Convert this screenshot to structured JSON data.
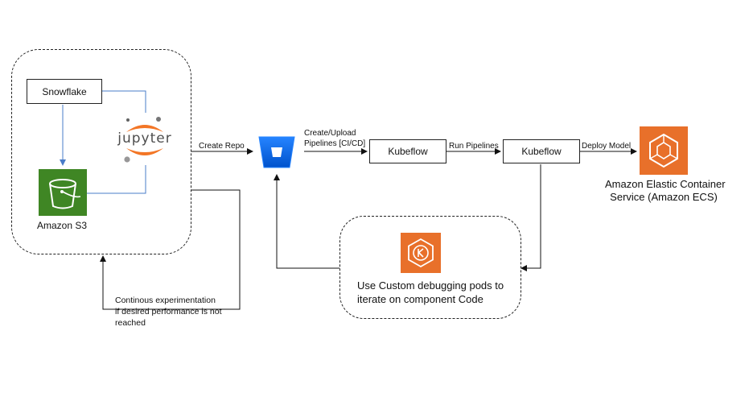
{
  "left_group": {
    "snowflake_label": "Snowflake",
    "s3_label": "Amazon S3",
    "jupyter_label": "jupyter"
  },
  "edges": {
    "create_repo": "Create Repo",
    "create_upload_line1": "Create/Upload",
    "create_upload_line2": "Pipelines [CI/CD]",
    "run_pipelines": "Run Pipelines",
    "deploy_model": "Deploy Model"
  },
  "nodes": {
    "kubeflow_1": "Kubeflow",
    "kubeflow_2": "Kubeflow",
    "ecs_line1": "Amazon Elastic Container",
    "ecs_line2": "Service (Amazon ECS)"
  },
  "debug_group": {
    "line1": "Use Custom debugging pods to",
    "line2": "iterate on component Code"
  },
  "feedback": {
    "line1": "Continous experimentation",
    "line2": "if desired performance is not",
    "line3": "reached"
  },
  "colors": {
    "s3_green": "#3f8624",
    "aws_orange": "#e8702a",
    "bitbucket_blue": "#2684ff",
    "jupyter_orange": "#f37626",
    "flow_line_blue": "#4a7cc9"
  }
}
